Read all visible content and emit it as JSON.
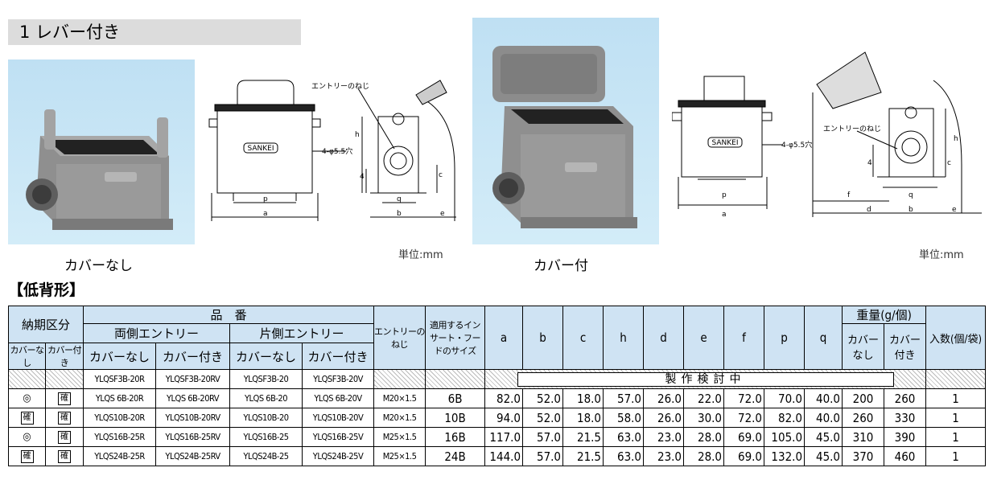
{
  "section": {
    "title": "1 レバー付き"
  },
  "captions": {
    "left": "カバーなし",
    "right": "カバー付"
  },
  "units": {
    "left": "単位:mm",
    "right": "単位:mm"
  },
  "drawing_labels": {
    "entry_thread": "エントリーのねじ",
    "holes": "4-φ5.5穴",
    "logo": "SANKEI",
    "a": "a",
    "b": "b",
    "c": "c",
    "d": "d",
    "e": "e",
    "f": "f",
    "h": "h",
    "p": "p",
    "q": "q",
    "four": "4"
  },
  "subtitle": "【低背形】",
  "table": {
    "headers": {
      "delivery": "納期区分",
      "part_no": "品　番",
      "both_entry": "両側エントリー",
      "one_entry": "片側エントリー",
      "no_cover": "カバーなし",
      "with_cover": "カバー付き",
      "delivery_no_cover": "カバーなし",
      "delivery_with_cover": "カバー付き",
      "entry_thread": "エントリーのねじ",
      "insert": "適用するインサート・フードのサイズ",
      "a": "a",
      "b": "b",
      "c": "c",
      "h": "h",
      "d": "d",
      "e": "e",
      "f": "f",
      "p": "p",
      "q": "q",
      "weight": "重量(g/個)",
      "w_no_cover": "カバーなし",
      "w_with_cover": "カバー付き",
      "qty": "入数(個/袋)"
    },
    "under_study": "製作検討中",
    "study_row": {
      "b_nc": "YLQSF3B-20R",
      "b_wc": "YLQSF3B-20RV",
      "o_nc": "YLQSF3B-20",
      "o_wc": "YLQSF3B-20V"
    },
    "rows": [
      {
        "del_nc": "◎",
        "del_wc": "確",
        "b_nc": "YLQS 6B-20R",
        "b_wc": "YLQS 6B-20RV",
        "o_nc": "YLQS 6B-20",
        "o_wc": "YLQS 6B-20V",
        "thread": "M20×1.5",
        "insert": "6B",
        "a": "82.0",
        "b": "52.0",
        "c": "18.0",
        "h": "57.0",
        "d": "26.0",
        "e": "22.0",
        "f": "72.0",
        "p": "70.0",
        "q": "40.0",
        "w_nc": "200",
        "w_wc": "260",
        "qty": "1"
      },
      {
        "del_nc": "確",
        "del_wc": "確",
        "b_nc": "YLQS10B-20R",
        "b_wc": "YLQS10B-20RV",
        "o_nc": "YLQS10B-20",
        "o_wc": "YLQS10B-20V",
        "thread": "M20×1.5",
        "insert": "10B",
        "a": "94.0",
        "b": "52.0",
        "c": "18.0",
        "h": "58.0",
        "d": "26.0",
        "e": "30.0",
        "f": "72.0",
        "p": "82.0",
        "q": "40.0",
        "w_nc": "260",
        "w_wc": "330",
        "qty": "1"
      },
      {
        "del_nc": "◎",
        "del_wc": "確",
        "b_nc": "YLQS16B-25R",
        "b_wc": "YLQS16B-25RV",
        "o_nc": "YLQS16B-25",
        "o_wc": "YLQS16B-25V",
        "thread": "M25×1.5",
        "insert": "16B",
        "a": "117.0",
        "b": "57.0",
        "c": "21.5",
        "h": "63.0",
        "d": "23.0",
        "e": "28.0",
        "f": "69.0",
        "p": "105.0",
        "q": "45.0",
        "w_nc": "310",
        "w_wc": "390",
        "qty": "1"
      },
      {
        "del_nc": "確",
        "del_wc": "確",
        "b_nc": "YLQS24B-25R",
        "b_wc": "YLQS24B-25RV",
        "o_nc": "YLQS24B-25",
        "o_wc": "YLQS24B-25V",
        "thread": "M25×1.5",
        "insert": "24B",
        "a": "144.0",
        "b": "57.0",
        "c": "21.5",
        "h": "63.0",
        "d": "23.0",
        "e": "28.0",
        "f": "69.0",
        "p": "132.0",
        "q": "45.0",
        "w_nc": "370",
        "w_wc": "460",
        "qty": "1"
      }
    ]
  }
}
